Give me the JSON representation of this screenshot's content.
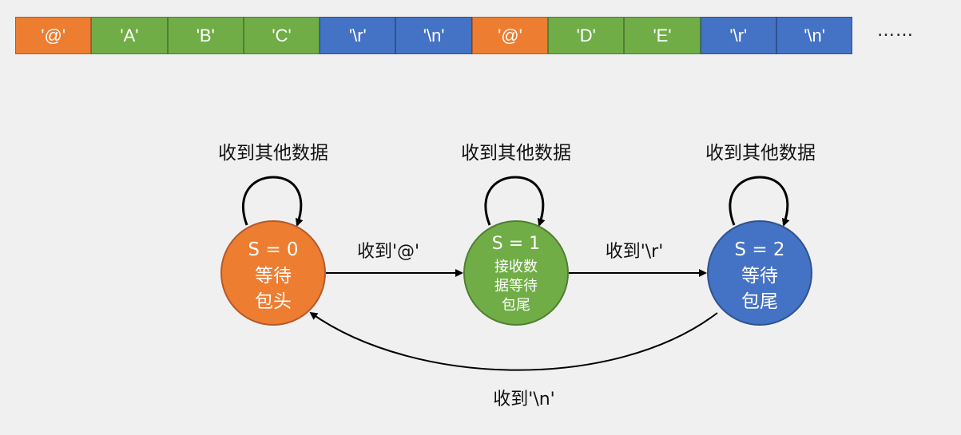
{
  "stream": {
    "cells": [
      {
        "text": "'@'",
        "color": "orange"
      },
      {
        "text": "'A'",
        "color": "green"
      },
      {
        "text": "'B'",
        "color": "green"
      },
      {
        "text": "'C'",
        "color": "green"
      },
      {
        "text": "'\\r'",
        "color": "blue"
      },
      {
        "text": "'\\n'",
        "color": "blue"
      },
      {
        "text": "'@'",
        "color": "orange"
      },
      {
        "text": "'D'",
        "color": "green"
      },
      {
        "text": "'E'",
        "color": "green"
      },
      {
        "text": "'\\r'",
        "color": "blue"
      },
      {
        "text": "'\\n'",
        "color": "blue"
      }
    ],
    "ellipsis": "……"
  },
  "colors": {
    "orange": "#ed7d31",
    "green": "#70ad47",
    "blue": "#4472c4"
  },
  "states": {
    "s0": {
      "line1": "S = 0",
      "line2": "等待",
      "line3": "包头"
    },
    "s1": {
      "line1": "S = 1",
      "line2": "接收数",
      "line3": "据等待",
      "line4": "包尾"
    },
    "s2": {
      "line1": "S = 2",
      "line2": "等待",
      "line3": "包尾"
    }
  },
  "transitions": {
    "self_loop_label": "收到其他数据",
    "s0_to_s1": "收到'@'",
    "s1_to_s2": "收到'\\r'",
    "s2_to_s0": "收到'\\n'"
  }
}
